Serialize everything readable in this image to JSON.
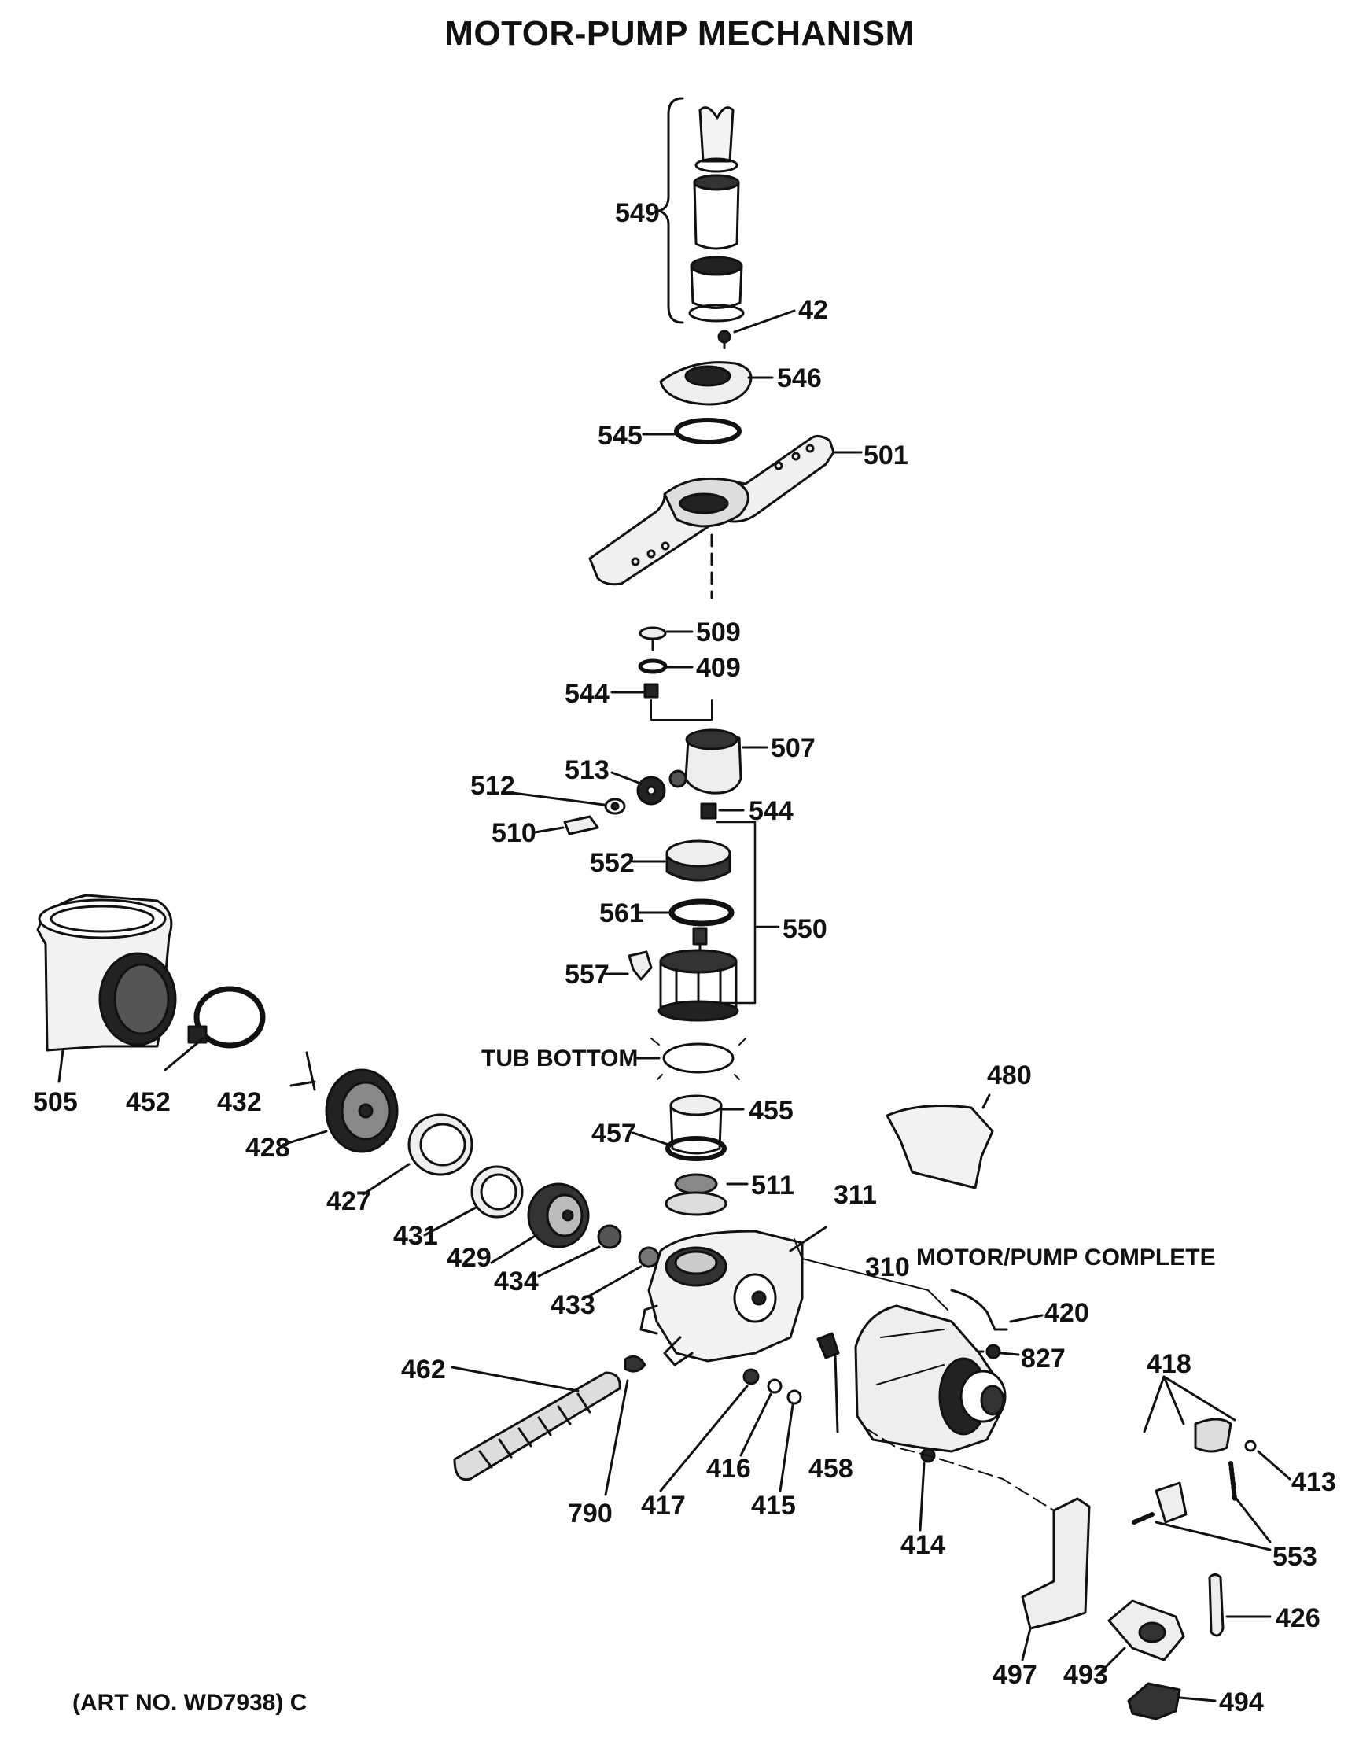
{
  "title": "MOTOR-PUMP MECHANISM",
  "art_number": "(ART NO. WD7938) C",
  "annotations": {
    "tub_bottom": "TUB BOTTOM",
    "motor_pump_complete": "MOTOR/PUMP COMPLETE"
  },
  "parts": [
    {
      "id": "p549",
      "number": "549"
    },
    {
      "id": "p42",
      "number": "42"
    },
    {
      "id": "p546",
      "number": "546"
    },
    {
      "id": "p545",
      "number": "545"
    },
    {
      "id": "p501",
      "number": "501"
    },
    {
      "id": "p509",
      "number": "509"
    },
    {
      "id": "p409",
      "number": "409"
    },
    {
      "id": "p544a",
      "number": "544"
    },
    {
      "id": "p507",
      "number": "507"
    },
    {
      "id": "p513",
      "number": "513"
    },
    {
      "id": "p512",
      "number": "512"
    },
    {
      "id": "p544b",
      "number": "544"
    },
    {
      "id": "p510",
      "number": "510"
    },
    {
      "id": "p552",
      "number": "552"
    },
    {
      "id": "p561",
      "number": "561"
    },
    {
      "id": "p550",
      "number": "550"
    },
    {
      "id": "p557",
      "number": "557"
    },
    {
      "id": "p505",
      "number": "505"
    },
    {
      "id": "p452",
      "number": "452"
    },
    {
      "id": "p432",
      "number": "432"
    },
    {
      "id": "p480",
      "number": "480"
    },
    {
      "id": "p455",
      "number": "455"
    },
    {
      "id": "p457",
      "number": "457"
    },
    {
      "id": "p428",
      "number": "428"
    },
    {
      "id": "p511",
      "number": "511"
    },
    {
      "id": "p311",
      "number": "311"
    },
    {
      "id": "p427",
      "number": "427"
    },
    {
      "id": "p431",
      "number": "431"
    },
    {
      "id": "p429",
      "number": "429"
    },
    {
      "id": "p434",
      "number": "434"
    },
    {
      "id": "p433",
      "number": "433"
    },
    {
      "id": "p310",
      "number": "310"
    },
    {
      "id": "p420",
      "number": "420"
    },
    {
      "id": "p827",
      "number": "827"
    },
    {
      "id": "p418",
      "number": "418"
    },
    {
      "id": "p462",
      "number": "462"
    },
    {
      "id": "p413",
      "number": "413"
    },
    {
      "id": "p416",
      "number": "416"
    },
    {
      "id": "p458",
      "number": "458"
    },
    {
      "id": "p553",
      "number": "553"
    },
    {
      "id": "p790",
      "number": "790"
    },
    {
      "id": "p417",
      "number": "417"
    },
    {
      "id": "p415",
      "number": "415"
    },
    {
      "id": "p414",
      "number": "414"
    },
    {
      "id": "p426",
      "number": "426"
    },
    {
      "id": "p497",
      "number": "497"
    },
    {
      "id": "p493",
      "number": "493"
    },
    {
      "id": "p494",
      "number": "494"
    }
  ]
}
